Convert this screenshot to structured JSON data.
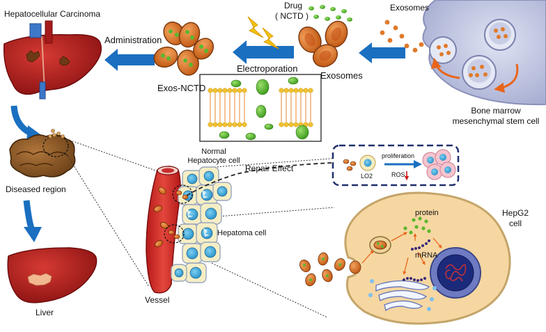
{
  "labels": {
    "hcc": "Hepatocellular Carcinoma",
    "administration": "Administration",
    "drug": "Drug",
    "nctd": "( NCTD )",
    "exosomes_top": "Exosomes",
    "exosomes_mid": "Exosomes",
    "electroporation": "Electroporation",
    "exos_nctd": "Exos-NCTD",
    "bm_line1": "Bone marrow",
    "bm_line2": "mesenchymal stem cell",
    "diseased_region": "Diseased region",
    "liver": "Liver",
    "normal_line1": "Normal",
    "normal_line2": "Hepatocyte cell",
    "repair_effect": "Repair Effect",
    "hepatoma_cell": "Hepatoma cell",
    "vessel": "Vessel",
    "lo2": "LO2",
    "proliferation": "proliferation",
    "ros": "ROS",
    "protein": "protein",
    "mrna": "mRNA",
    "hepg2_line1": "HepG2",
    "hepg2_line2": "cell"
  },
  "colors": {
    "arrow_blue": "#1a6fc0",
    "arrow_orange": "#e8651a",
    "liver_red": "#b81f1f",
    "exosome_orange": "#e07a2a",
    "drug_green": "#5ab82e",
    "cell_body": "#f3d6a6",
    "mesenchymal_purple": "#b9bfdc"
  }
}
